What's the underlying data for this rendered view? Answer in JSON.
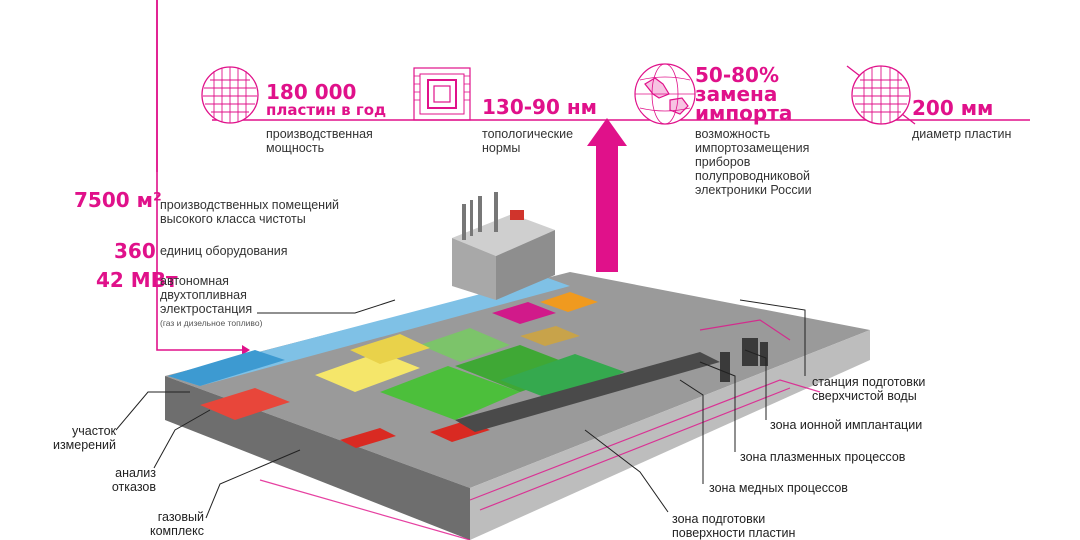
{
  "colors": {
    "accent": "#e0118a",
    "text": "#333333"
  },
  "stats": [
    {
      "value": "180 000",
      "value2": "пластин в год",
      "desc": "производственная мощность",
      "icon": "wafer-icon"
    },
    {
      "value": "130-90 нм",
      "desc": "топологические нормы",
      "icon": "chip-icon"
    },
    {
      "value": "50-80%",
      "value2": "замена импорта",
      "desc": "возможность импортозамещения приборов полупроводниковой электроники России",
      "icon": "globe-icon"
    },
    {
      "value": "200 мм",
      "desc": "диаметр пластин",
      "icon": "wafer-diameter-icon"
    }
  ],
  "left_stats": [
    {
      "value": "7500 м²",
      "desc": "производственных помещений высокого класса чистоты"
    },
    {
      "value": "360",
      "desc": "единиц оборудования"
    },
    {
      "value": "42 МВт",
      "desc": "автономная двухтопливная электростанция",
      "note": "(газ и дизельное топливо)"
    }
  ],
  "zones_left": [
    "участок измерений",
    "анализ отказов",
    "газовый комплекс"
  ],
  "zones_right": [
    "станция подготовки сверхчистой воды",
    "зона ионной имплантации",
    "зона плазменных процессов",
    "зона медных процессов",
    "зона подготовки поверхности пластин"
  ]
}
